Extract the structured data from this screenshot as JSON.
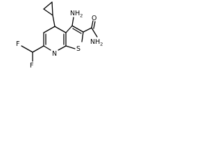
{
  "molecule": {
    "labels": {
      "amino": "NH",
      "amino_sub": "2",
      "amide_o": "O",
      "amide_n": "NH",
      "amide_sub": "2",
      "ring_s": "S",
      "ring_n": "N",
      "f_top": "F",
      "f_bottom": "F"
    }
  }
}
